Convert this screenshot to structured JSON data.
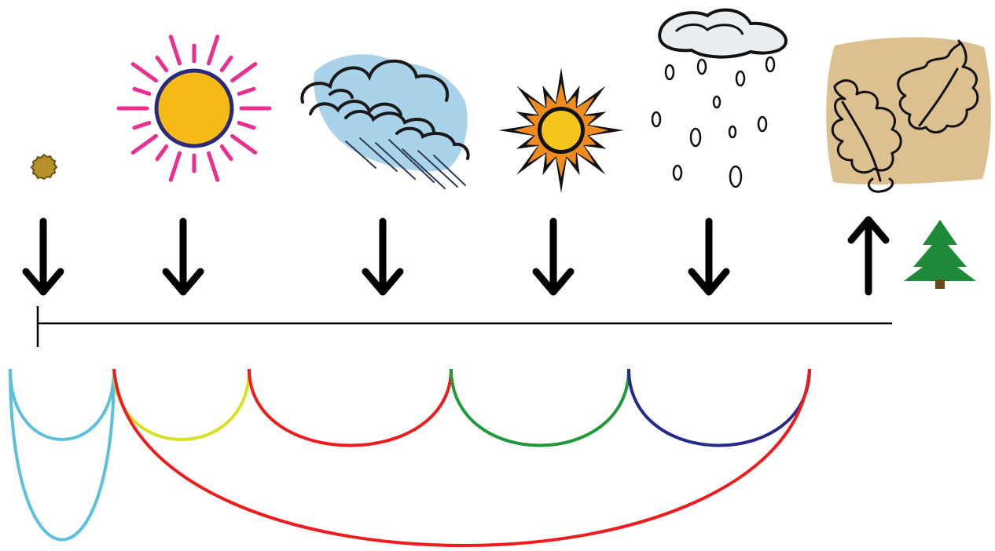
{
  "timeline": {
    "icons": [
      {
        "name": "seed-icon",
        "arrow": "down"
      },
      {
        "name": "bright-sun-icon",
        "arrow": "down"
      },
      {
        "name": "rain-cloud-icon",
        "arrow": "down"
      },
      {
        "name": "spiky-sun-icon",
        "arrow": "down"
      },
      {
        "name": "hail-cloud-icon",
        "arrow": "down"
      },
      {
        "name": "autumn-leaves-icon",
        "arrow": "up"
      }
    ],
    "end_icon": "evergreen-tree-icon"
  },
  "arcs": [
    {
      "name": "arc-seed-to-sun",
      "color": "#5bc0de"
    },
    {
      "name": "arc-seed-deep",
      "color": "#5bc0de"
    },
    {
      "name": "arc-sun-to-rain",
      "color": "#d9e021"
    },
    {
      "name": "arc-rain-to-spiky-sun",
      "color": "#ee1c1c"
    },
    {
      "name": "arc-spiky-sun-to-hail",
      "color": "#1f9a3a"
    },
    {
      "name": "arc-hail-to-leaves",
      "color": "#232a8c"
    },
    {
      "name": "arc-whole-season",
      "color": "#ee1c1c"
    }
  ],
  "colors": {
    "sun_fill": "#f6bb18",
    "sun_ray": "#ec2f8e",
    "cloud_fill": "#a9d3ea",
    "leaf_bg": "#dcc08f",
    "tree": "#1f8a3a",
    "seed": "#b8912a"
  }
}
